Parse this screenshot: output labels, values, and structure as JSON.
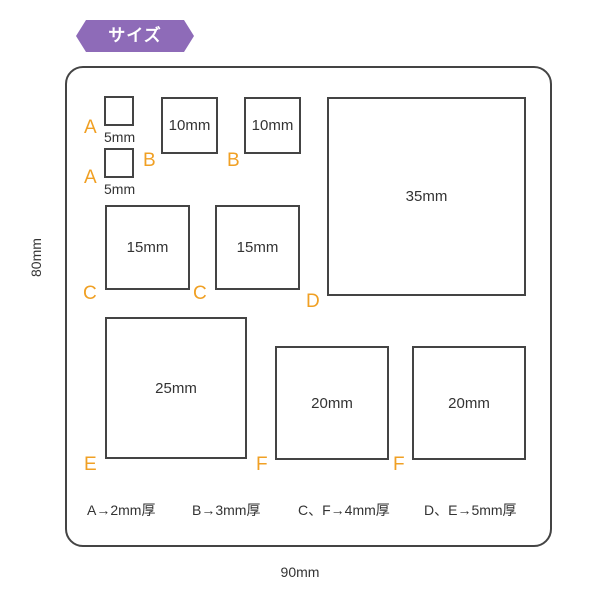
{
  "badge": {
    "label": "サイズ",
    "color": "#8e6bb8"
  },
  "cavities": [
    {
      "id": "a1",
      "letter": "A",
      "size": "5mm"
    },
    {
      "id": "a2",
      "letter": "A",
      "size": "5mm"
    },
    {
      "id": "b1",
      "letter": "B",
      "size": "10mm"
    },
    {
      "id": "b2",
      "letter": "B",
      "size": "10mm"
    },
    {
      "id": "c1",
      "letter": "C",
      "size": "15mm"
    },
    {
      "id": "c2",
      "letter": "C",
      "size": "15mm"
    },
    {
      "id": "d",
      "letter": "D",
      "size": "35mm"
    },
    {
      "id": "e",
      "letter": "E",
      "size": "25mm"
    },
    {
      "id": "f1",
      "letter": "F",
      "size": "20mm"
    },
    {
      "id": "f2",
      "letter": "F",
      "size": "20mm"
    }
  ],
  "legend": [
    "A→2mm厚",
    "B→3mm厚",
    "C、F→4mm厚",
    "D、E→5mm厚"
  ],
  "dimensions": {
    "width": "90mm",
    "height": "80mm"
  },
  "accent_color": "#f0a024"
}
